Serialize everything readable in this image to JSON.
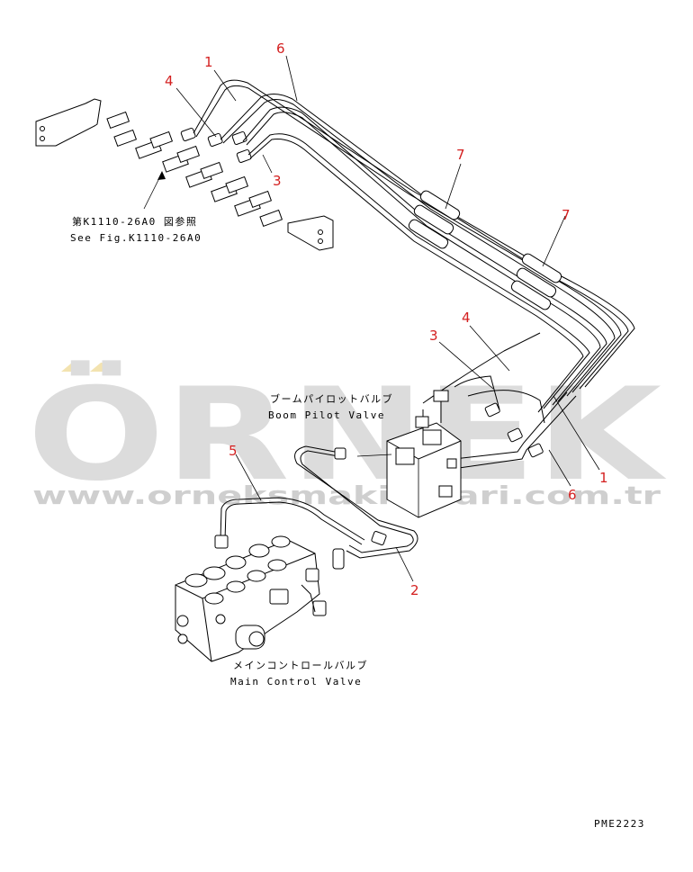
{
  "watermark": {
    "logo": "ÖRNEK",
    "url": "www.orneksmakinalari.com.tr",
    "color": "#d9d9d9",
    "accent_color": "#f3e3b0"
  },
  "labels": {
    "reference_jp": "第K1110-26A0 図参照",
    "reference_en": "See Fig.K1110-26A0",
    "boom_jp": "ブームパイロットバルブ",
    "boom_en": "Boom Pilot Valve",
    "main_jp": "メインコントロールバルブ",
    "main_en": "Main Control Valve",
    "code": "PME2223"
  },
  "callouts": {
    "c1a": "1",
    "c6a": "6",
    "c4a": "4",
    "c3a": "3",
    "c7a": "7",
    "c7b": "7",
    "c4b": "4",
    "c3b": "3",
    "c1b": "1",
    "c6b": "6",
    "c5": "5",
    "c2": "2"
  },
  "colors": {
    "callout": "#d42020",
    "line": "#000000"
  }
}
